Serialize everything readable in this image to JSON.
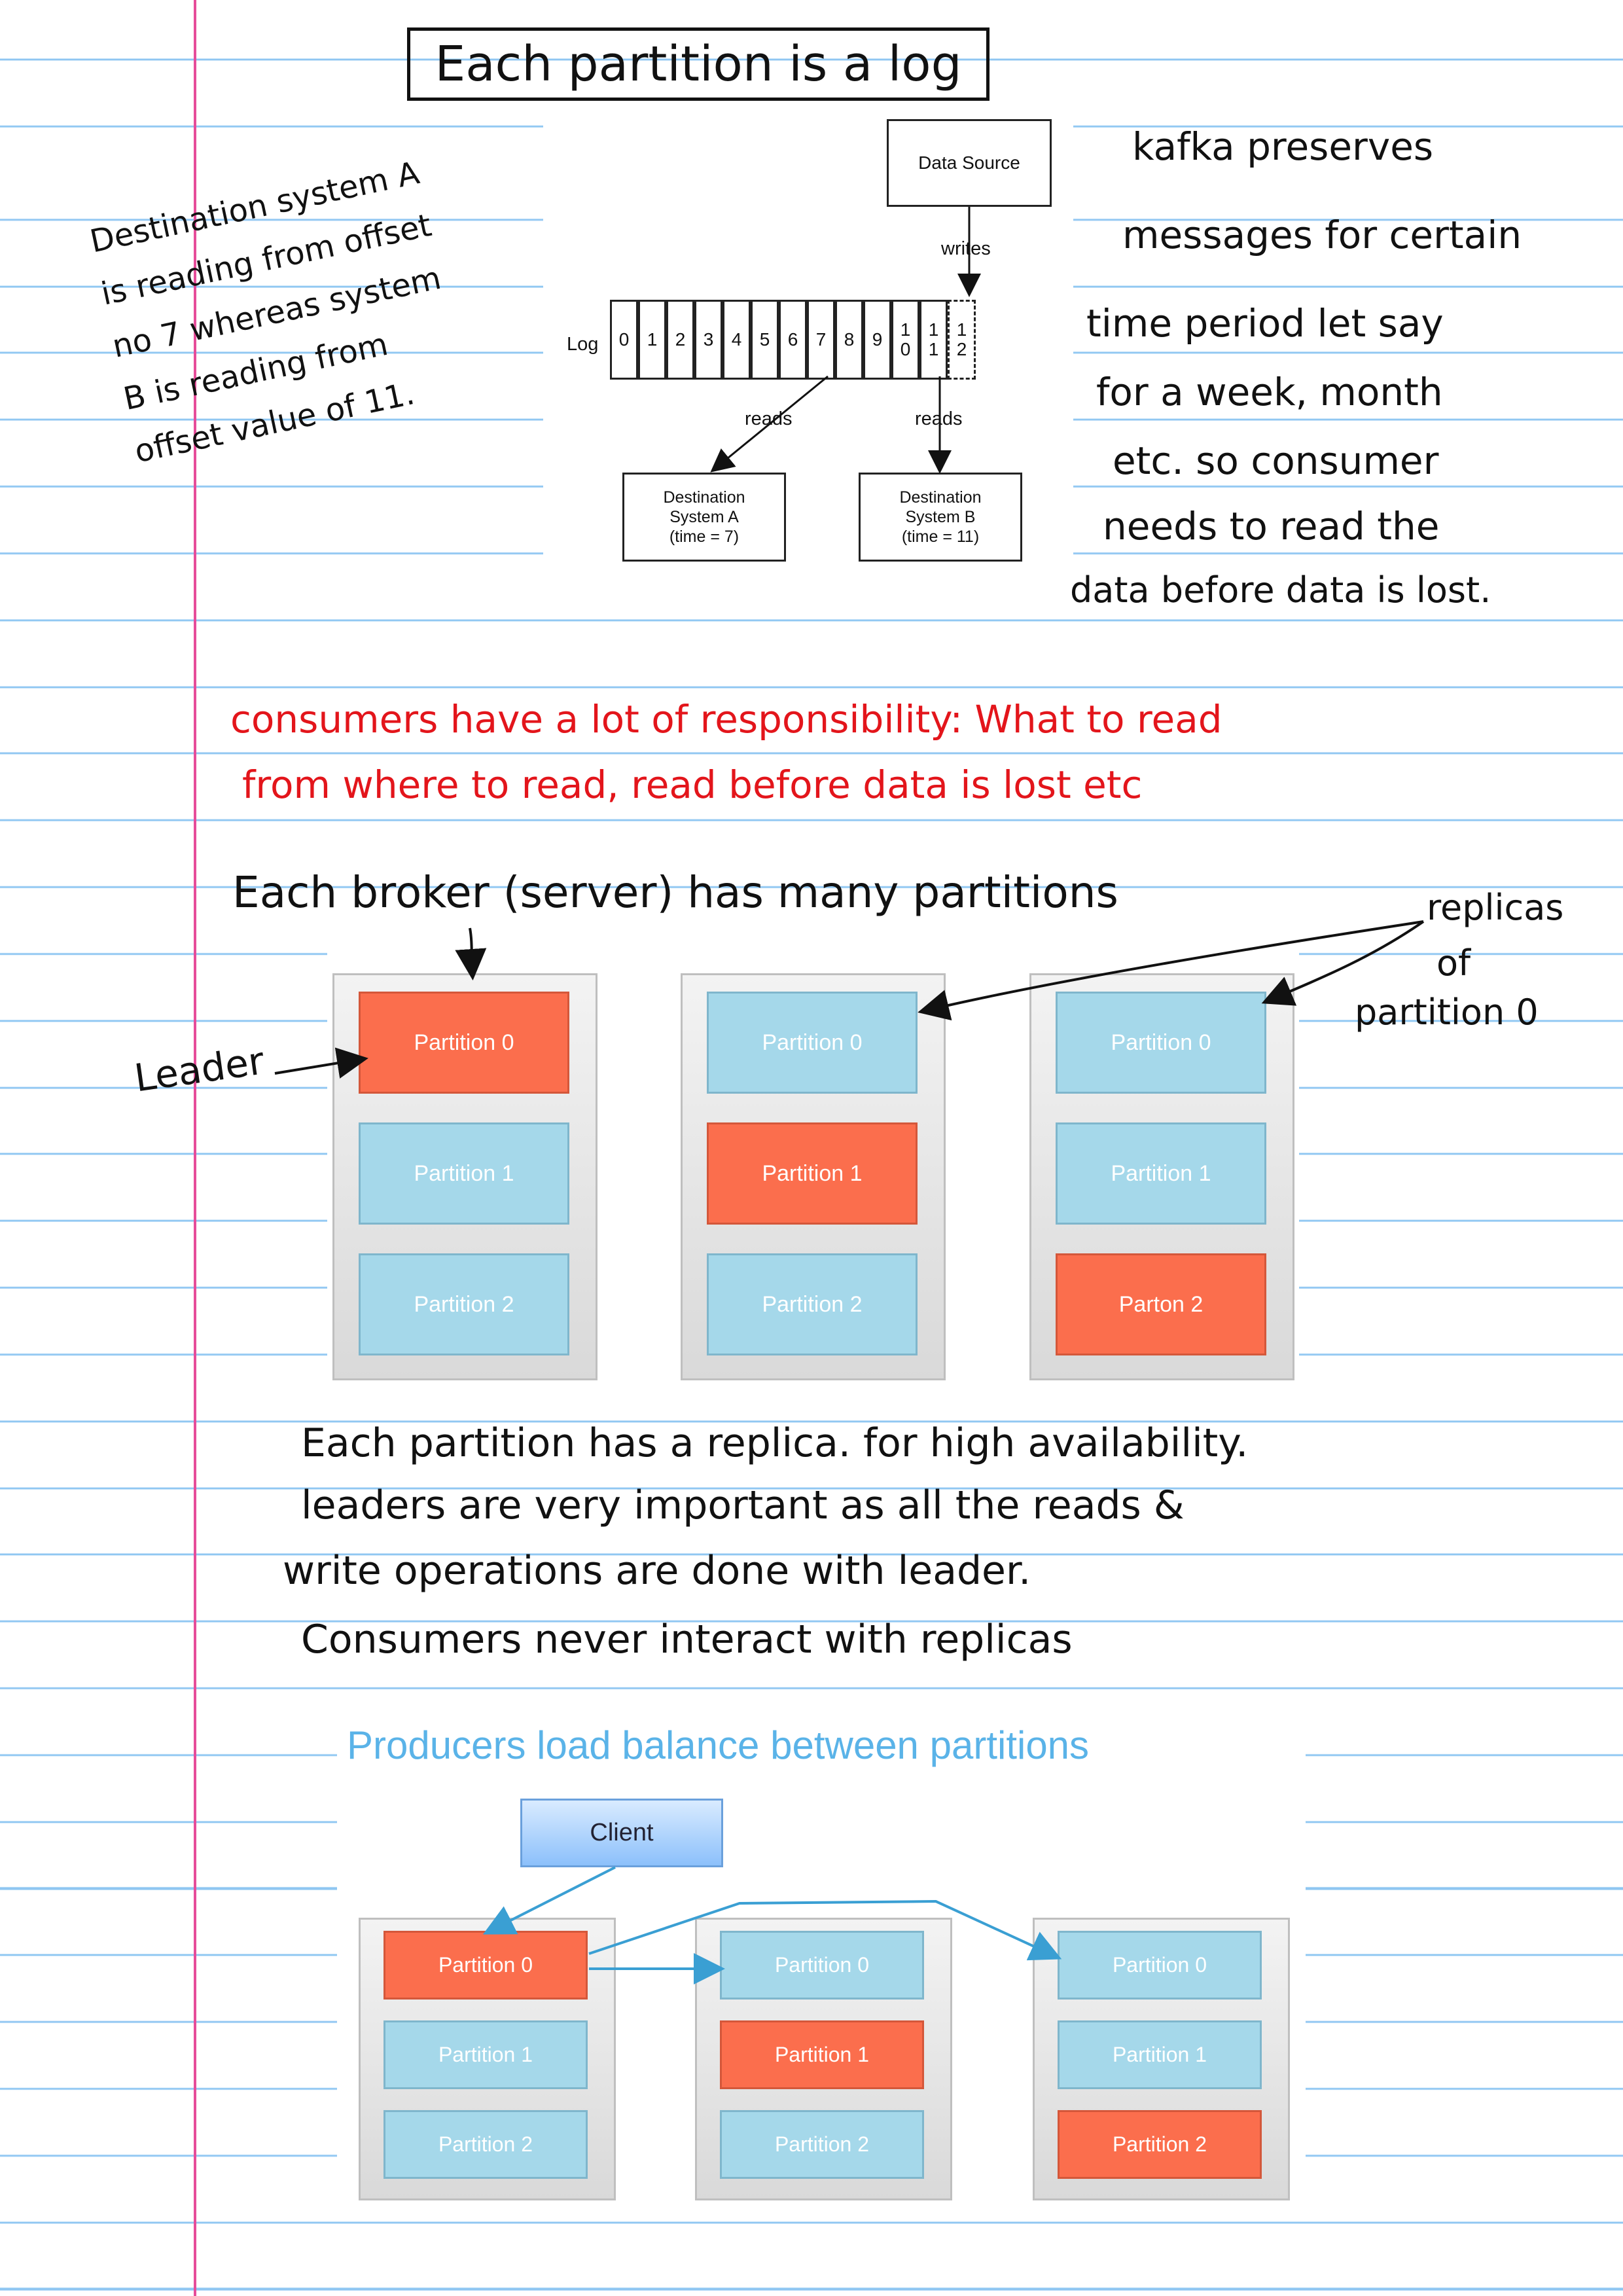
{
  "title": "Each partition is a log",
  "notes": {
    "left": [
      "Destination system A",
      "is reading from offset",
      "no 7 whereas system",
      "B is reading from",
      "offset value of 11."
    ],
    "right": [
      "kafka preserves",
      "messages for certain",
      "time period let say",
      "for a week, month",
      "etc. so consumer",
      "needs to read the",
      "data before data is lost."
    ],
    "consumers": [
      "consumers have a lot of responsibility: What to read",
      "from where to read, read before data is lost etc"
    ],
    "broker_heading": "Each broker (server) has many partitions",
    "replicas_label": [
      "replicas",
      "of",
      "partition 0"
    ],
    "leader_label": "Leader",
    "replica_notes": [
      "Each partition has a replica. for high availability.",
      "leaders are very important as all the reads &",
      "write operations are done with leader.",
      "Consumers never interact with replicas"
    ]
  },
  "log_diagram": {
    "data_source": "Data Source",
    "writes": "writes",
    "log_label": "Log",
    "cells": [
      "0",
      "1",
      "2",
      "3",
      "4",
      "5",
      "6",
      "7",
      "8",
      "9",
      "1\n0",
      "1\n1",
      "1\n2"
    ],
    "reads_a": "reads",
    "reads_b": "reads",
    "dest_a": "Destination\nSystem A\n(time = 7)",
    "dest_b": "Destination\nSystem B\n(time = 11)"
  },
  "brokers_diagram": {
    "brokers": [
      {
        "partitions": [
          {
            "label": "Partition 0",
            "leader": true
          },
          {
            "label": "Partition 1",
            "leader": false
          },
          {
            "label": "Partition 2",
            "leader": false
          }
        ]
      },
      {
        "partitions": [
          {
            "label": "Partition 0",
            "leader": false
          },
          {
            "label": "Partition 1",
            "leader": true
          },
          {
            "label": "Partition 2",
            "leader": false
          }
        ]
      },
      {
        "partitions": [
          {
            "label": "Partition 0",
            "leader": false
          },
          {
            "label": "Partition 1",
            "leader": false
          },
          {
            "label": "Parton 2",
            "leader": true
          }
        ]
      }
    ]
  },
  "producers_diagram": {
    "title": "Producers load balance between partitions",
    "client": "Client",
    "brokers": [
      {
        "partitions": [
          {
            "label": "Partition 0",
            "leader": true
          },
          {
            "label": "Partition 1",
            "leader": false
          },
          {
            "label": "Partition 2",
            "leader": false
          }
        ]
      },
      {
        "partitions": [
          {
            "label": "Partition 0",
            "leader": false
          },
          {
            "label": "Partition 1",
            "leader": true
          },
          {
            "label": "Partition 2",
            "leader": false
          }
        ]
      },
      {
        "partitions": [
          {
            "label": "Partition 0",
            "leader": false
          },
          {
            "label": "Partition 1",
            "leader": false
          },
          {
            "label": "Partition 2",
            "leader": true
          }
        ]
      }
    ]
  },
  "colors": {
    "leader": "#fb6e4d",
    "follower": "#a5d8ea",
    "margin": "#e64d9a",
    "rule": "#8ec6f2",
    "red_ink": "#e3151b",
    "title_blue": "#5ab3e8"
  }
}
